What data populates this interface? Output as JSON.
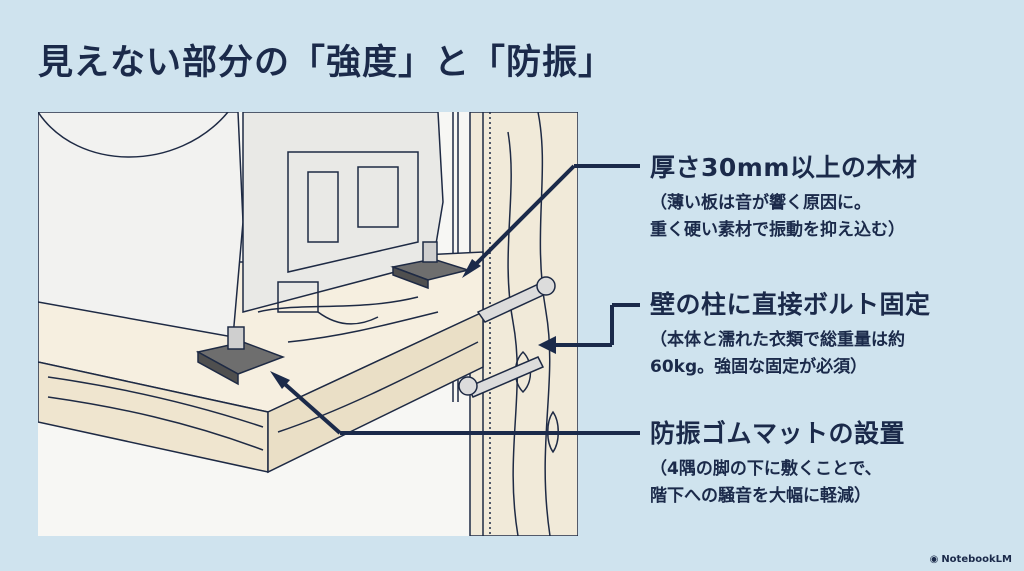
{
  "title": "見えない部分の「強度」と「防振」",
  "callouts": [
    {
      "heading": "厚さ30mm以上の木材",
      "lines": [
        "（薄い板は音が響く原因に。",
        "重く硬い素材で振動を抑え込む）"
      ]
    },
    {
      "heading": "壁の柱に直接ボルト固定",
      "lines": [
        "（本体と濡れた衣類で総重量は約",
        "60kg。強固な固定が必須）"
      ]
    },
    {
      "heading": "防振ゴムマットの設置",
      "lines": [
        "（4隅の脚の下に敷くことで、",
        "階下への騒音を大幅に軽減）"
      ]
    }
  ],
  "brand": "NotebookLM",
  "colors": {
    "background": "#cfe3ee",
    "text": "#1b2a4a",
    "illustration_bg": "#f7f7f4"
  }
}
